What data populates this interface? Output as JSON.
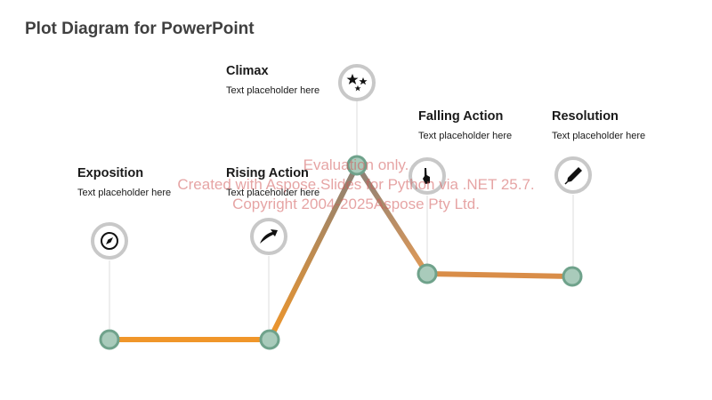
{
  "title": "Plot Diagram for PowerPoint",
  "stages": [
    {
      "name": "Exposition",
      "text": "Text placeholder here",
      "icon": "compass-icon"
    },
    {
      "name": "Rising Action",
      "text": "Text placeholder here",
      "icon": "rising-arrow-icon"
    },
    {
      "name": "Climax",
      "text": "Text placeholder here",
      "icon": "stars-icon"
    },
    {
      "name": "Falling Action",
      "text": "Text placeholder here",
      "icon": "hand-pointer-icon"
    },
    {
      "name": "Resolution",
      "text": "Text placeholder here",
      "icon": "pencil-icon"
    }
  ],
  "watermark": {
    "line1": "Evaluation only.",
    "line2": "Created with Aspose.Slides for Python via .NET 25.7.",
    "line3": "Copyright 2004-2025Aspose Pty Ltd."
  },
  "colors": {
    "orange": "#f0962a",
    "grey": "#8a8078",
    "node_fill": "#a9cbbb",
    "node_stroke": "#6fa28b",
    "icon_ring": "#c8c8c8",
    "connector": "#dddddd"
  }
}
